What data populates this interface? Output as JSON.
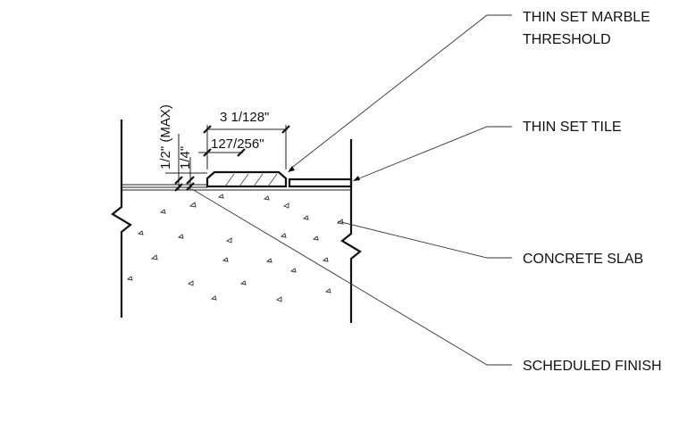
{
  "callouts": {
    "marble_line1": "THIN SET MARBLE",
    "marble_line2": "THRESHOLD",
    "tile": "THIN SET TILE",
    "slab": "CONCRETE SLAB",
    "finish": "SCHEDULED FINISH"
  },
  "dimensions": {
    "width": "3 1/128\"",
    "half_width": "127/256\"",
    "max_height": "1/2\" (MAX)",
    "quarter": "1/4\""
  },
  "colors": {
    "line": "#111111",
    "background": "#ffffff"
  }
}
